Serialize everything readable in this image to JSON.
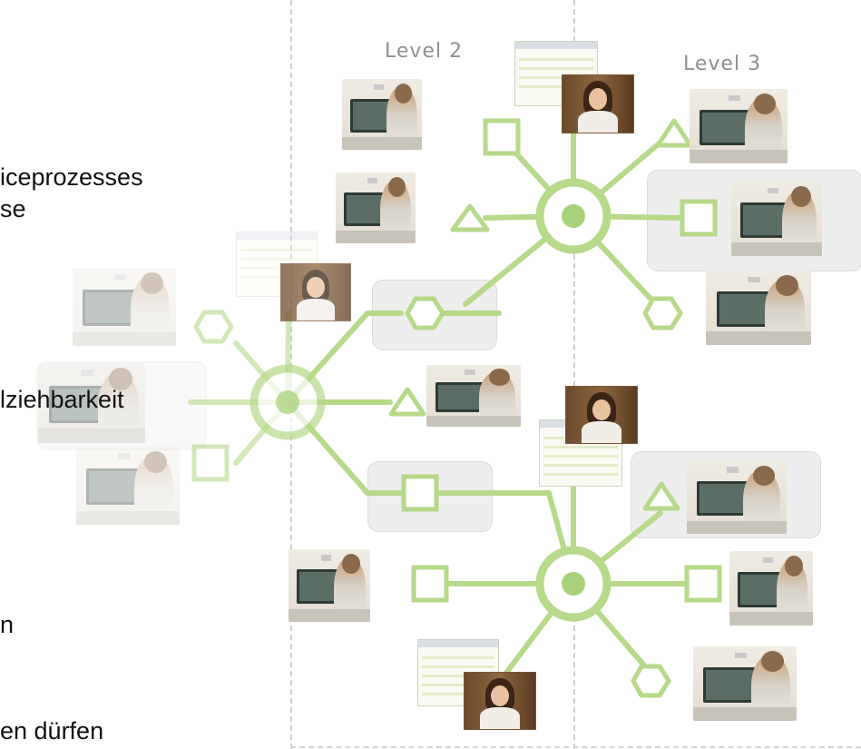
{
  "levels": {
    "level2": "Level 2",
    "level3": "Level 3"
  },
  "text_fragments": {
    "line1": "iceprozesses",
    "line2": "se",
    "line3": "lziehbarkeit",
    "line4": "n",
    "line5": "en dürfen"
  },
  "colors": {
    "node_green": "#b6d98a",
    "node_green_center": "#a8d27a",
    "divider_gray": "#cfcfcf",
    "label_gray": "#8f8f8f"
  },
  "icons": {
    "hub": "target-circle",
    "square": "square-outline",
    "triangle": "triangle-outline",
    "hexagon": "hexagon-outline",
    "agent": "call-center-agent-photo",
    "supervisor": "supervisor-photo",
    "report": "spreadsheet-thumbnail"
  }
}
